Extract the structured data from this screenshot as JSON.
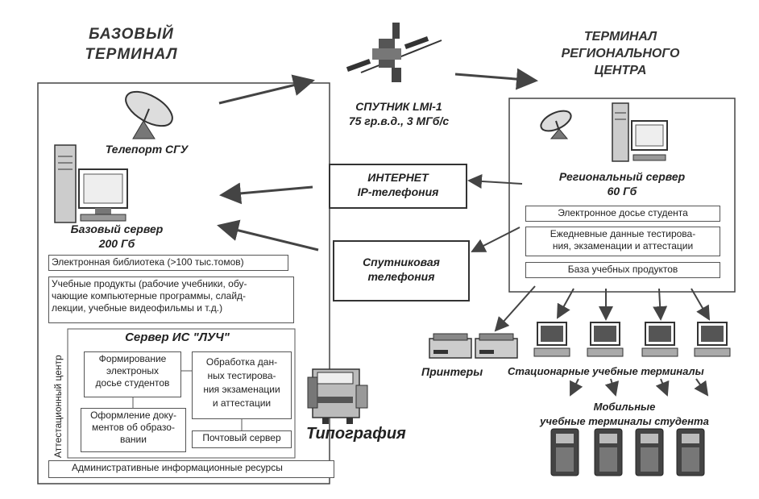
{
  "base_terminal": {
    "title_line1": "БАЗОВЫЙ",
    "title_line2": "ТЕРМИНАЛ",
    "teleport_label": "Телепорт СГУ",
    "server_label_line1": "Базовый сервер",
    "server_label_line2": "200 Гб",
    "library": "Электронная библиотека (>100 тыс.томов)",
    "products_line1": "Учебные продукты (рабочие учебники, обу-",
    "products_line2": "чающие компьютерные программы, слайд-",
    "products_line3": "лекции, учебные видеофильмы и т.д.)",
    "attestation_center": "Аттестационный центр",
    "is_server_title": "Сервер ИС \"ЛУЧ\"",
    "dossier_line1": "Формирование",
    "dossier_line2": "электроных",
    "dossier_line3": "досье студентов",
    "docs_line1": "Оформление доку-",
    "docs_line2": "ментов об образо-",
    "docs_line3": "вании",
    "processing_line1": "Обработка дан-",
    "processing_line2": "ных тестирова-",
    "processing_line3": "ния экзаменации",
    "processing_line4": "и аттестации",
    "mail_server": "Почтовый сервер",
    "admin_resources": "Административные информационные ресурсы"
  },
  "satellite": {
    "line1": "СПУТНИК  LMI-1",
    "line2": "75 гр.в.д., 3 МГб/с"
  },
  "internet": {
    "line1": "ИНТЕРНЕТ",
    "line2": "IP-телефония"
  },
  "sat_phone": {
    "line1": "Спутниковая",
    "line2": "телефония"
  },
  "typography": "Типография",
  "regional_terminal": {
    "title_line1": "ТЕРМИНАЛ",
    "title_line2": "РЕГИОНАЛЬНОГО",
    "title_line3": "ЦЕНТРА",
    "server_label_line1": "Региональный сервер",
    "server_label_line2": "60 Гб",
    "dossier": "Электронное досье студента",
    "daily_line1": "Ежедневные данные тестирова-",
    "daily_line2": "ния, экзаменации и аттестации",
    "products_base": "База учебных продуктов"
  },
  "printers": "Принтеры",
  "stationary_terminals": "Стационарные учебные терминалы",
  "mobile_terminals_line1": "Мобильные",
  "mobile_terminals_line2": "учебные терминалы студента"
}
